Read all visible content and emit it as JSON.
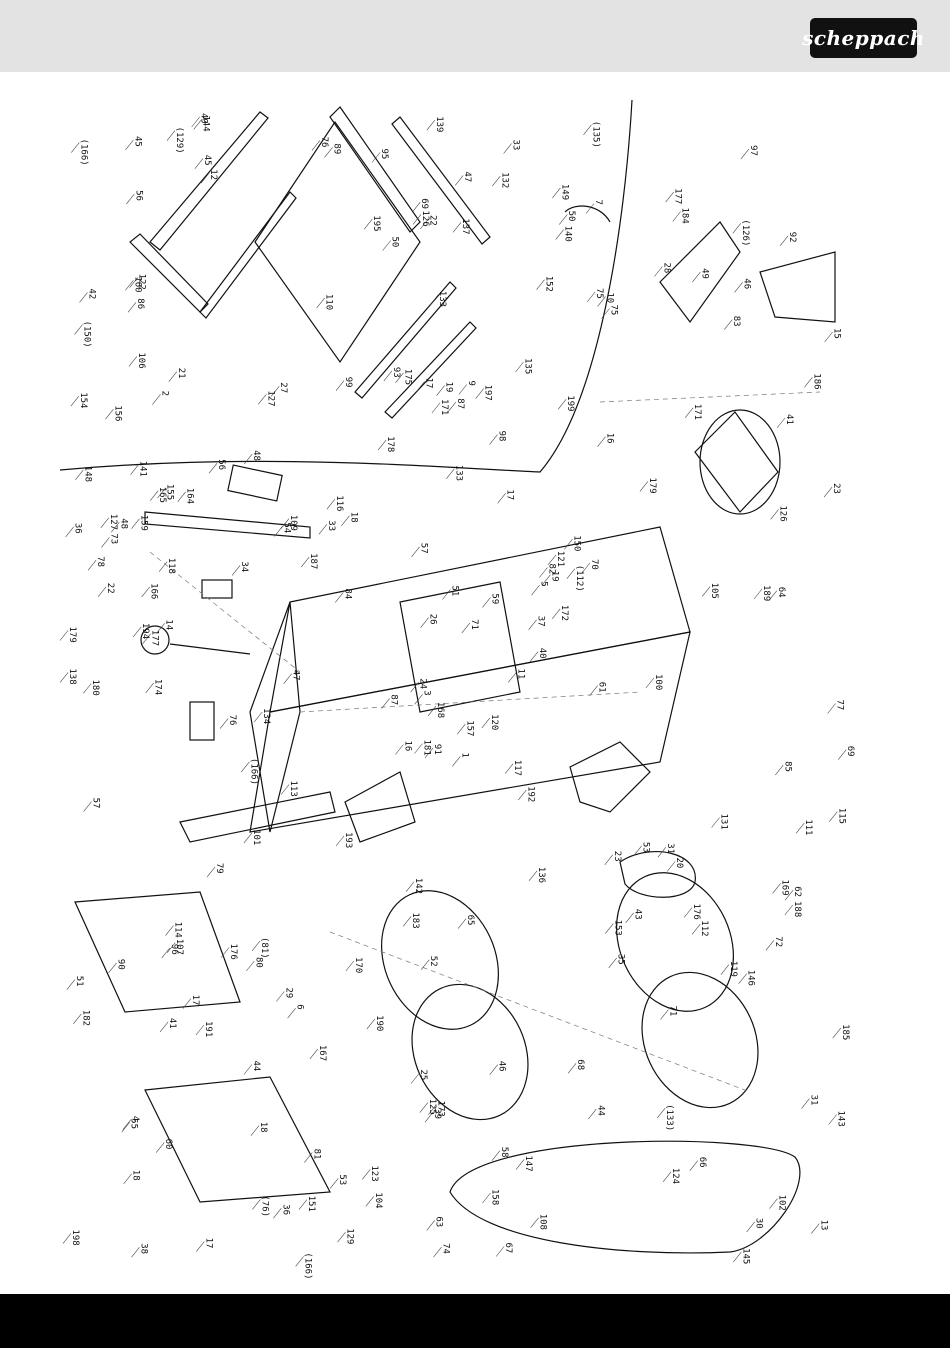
{
  "header": {
    "brand": "scheppach",
    "background": "#e3e3e3",
    "logo_background": "#111111"
  },
  "drawing": {
    "type": "exploded-parts-diagram",
    "part_labels": [
      "1",
      "2",
      "3",
      "4",
      "5",
      "6",
      "7",
      "9",
      "10",
      "11",
      "12",
      "13",
      "14",
      "15",
      "16",
      "16",
      "17",
      "17",
      "17",
      "17",
      "18",
      "18",
      "18",
      "19",
      "19",
      "20",
      "21",
      "22",
      "22",
      "23",
      "23",
      "24",
      "25",
      "26",
      "27",
      "28",
      "29",
      "30",
      "31",
      "31",
      "33",
      "33",
      "34",
      "35",
      "36",
      "36",
      "37",
      "38",
      "39",
      "40",
      "41",
      "41",
      "42",
      "43",
      "44",
      "44",
      "45",
      "45",
      "46",
      "46",
      "47",
      "47",
      "48",
      "48",
      "49",
      "49",
      "50",
      "50",
      "51",
      "51",
      "52",
      "53",
      "53",
      "54",
      "55",
      "56",
      "56",
      "57",
      "57",
      "58",
      "59",
      "60",
      "61",
      "62",
      "63",
      "64",
      "65",
      "66",
      "67",
      "68",
      "69",
      "69",
      "70",
      "71",
      "71",
      "72",
      "73",
      "74",
      "75",
      "75",
      "76",
      "76",
      "77",
      "78",
      "79",
      "80",
      "81",
      "82",
      "83",
      "84",
      "85",
      "86",
      "87",
      "87",
      "89",
      "90",
      "91",
      "92",
      "93",
      "95",
      "96",
      "97",
      "98",
      "99",
      "100",
      "101",
      "102",
      "104",
      "105",
      "106",
      "107",
      "108",
      "109",
      "110",
      "111",
      "112",
      "113",
      "114",
      "115",
      "116",
      "117",
      "118",
      "119",
      "120",
      "121",
      "122",
      "123",
      "124",
      "125",
      "126",
      "126",
      "127",
      "127",
      "129",
      "131",
      "132",
      "133",
      "133",
      "134",
      "135",
      "136",
      "137",
      "138",
      "139",
      "140",
      "141",
      "142",
      "143",
      "144",
      "145",
      "146",
      "147",
      "148",
      "149",
      "150",
      "151",
      "152",
      "153",
      "154",
      "155",
      "156",
      "157",
      "158",
      "159",
      "160",
      "164",
      "165",
      "166",
      "167",
      "168",
      "169",
      "170",
      "171",
      "171",
      "172",
      "173",
      "174",
      "175",
      "176",
      "176",
      "177",
      "177",
      "178",
      "179",
      "179",
      "180",
      "181",
      "182",
      "183",
      "184",
      "185",
      "186",
      "187",
      "188",
      "189",
      "190",
      "191",
      "192",
      "193",
      "194",
      "195",
      "197",
      "198",
      "199",
      "(76)",
      "(81)",
      "(112)",
      "(126)",
      "(129)",
      "(133)",
      "(135)",
      "(150)",
      "(166)",
      "(166)",
      "(166)"
    ]
  },
  "footer": {
    "background": "#000000"
  }
}
